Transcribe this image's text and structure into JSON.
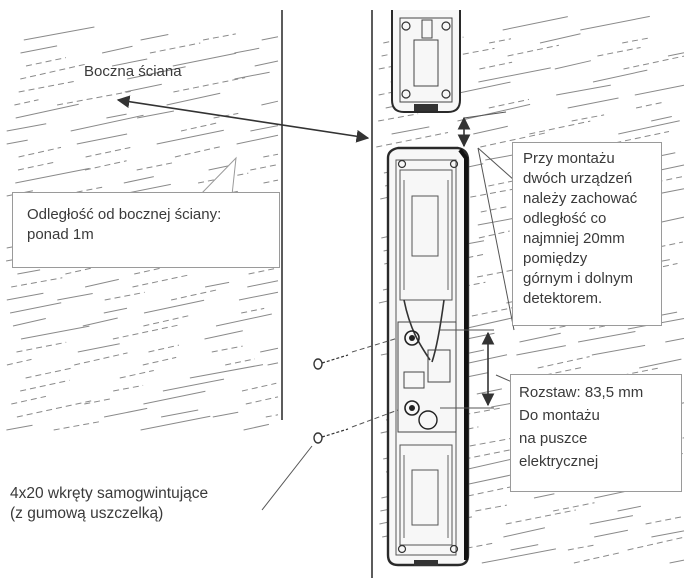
{
  "labels": {
    "side_wall": "Boczna ściana",
    "distance_side_wall": "Odległość od bocznej ściany:\nponad 1m",
    "two_devices_note": "Przy montażu\ndwóch urządzeń\nnależy zachować\nodległość co\nnajmniej 20mm\npomiędzy\ngórnym i dolnym\ndetektorem.",
    "spacing_note": "Rozstaw: 83,5 mm\nDo montażu\nna puszce\nelektrycznej",
    "screws": "4x20 wkręty samogwintujące\n(z gumową uszczelką)"
  },
  "colors": {
    "line": "#333333",
    "wall_texture": "#8a8a8a",
    "callout_border": "#9a9a9a",
    "text": "#3a3a3a",
    "device_body": "#f7f7f7",
    "device_edge": "#2a2a2a"
  }
}
